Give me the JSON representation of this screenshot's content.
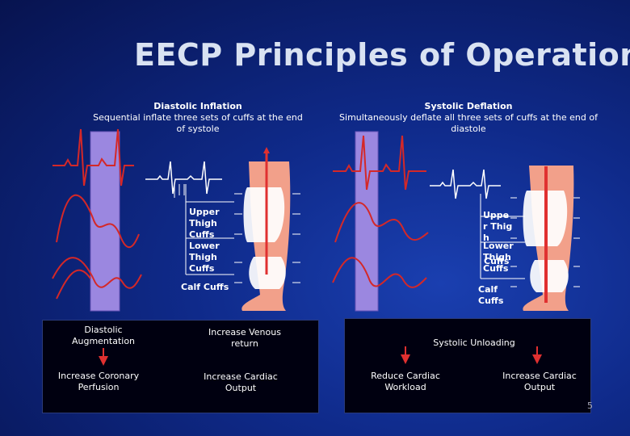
{
  "title": "EECP Principles of Operation",
  "left": {
    "heading": "Diastolic Inflation",
    "subtitle": "Sequential inflate three sets of cuffs at the end of systole",
    "labels": {
      "upper": "Upper Thigh Cuffs",
      "lower": "Lower Thigh Cuffs",
      "calf": "Calf Cuffs"
    },
    "box": {
      "aug": "Diastolic Augmentation",
      "venous": "Increase Venous  return",
      "coronary": "Increase Coronary Perfusion",
      "output": "Increase Cardiac Output"
    }
  },
  "right": {
    "heading": "Systolic Deflation",
    "subtitle": "Simultaneously deflate all three sets of cuffs at the end of diastole",
    "labels": {
      "upper": "Uppe r Thig h",
      "lower": "Lower Thigh Cuffs",
      "cuffs_overlap": "Cuffs",
      "calf": "Calf Cuffs"
    },
    "box": {
      "unloading": "Systolic Unloading",
      "workload": "Reduce Cardiac Workload",
      "output": "Increase Cardiac Output"
    }
  },
  "page_number": "5",
  "colors": {
    "accent_red": "#e03030",
    "band": "#9b87e0",
    "leg": "#f2a08a",
    "title": "#d9e2f2"
  }
}
